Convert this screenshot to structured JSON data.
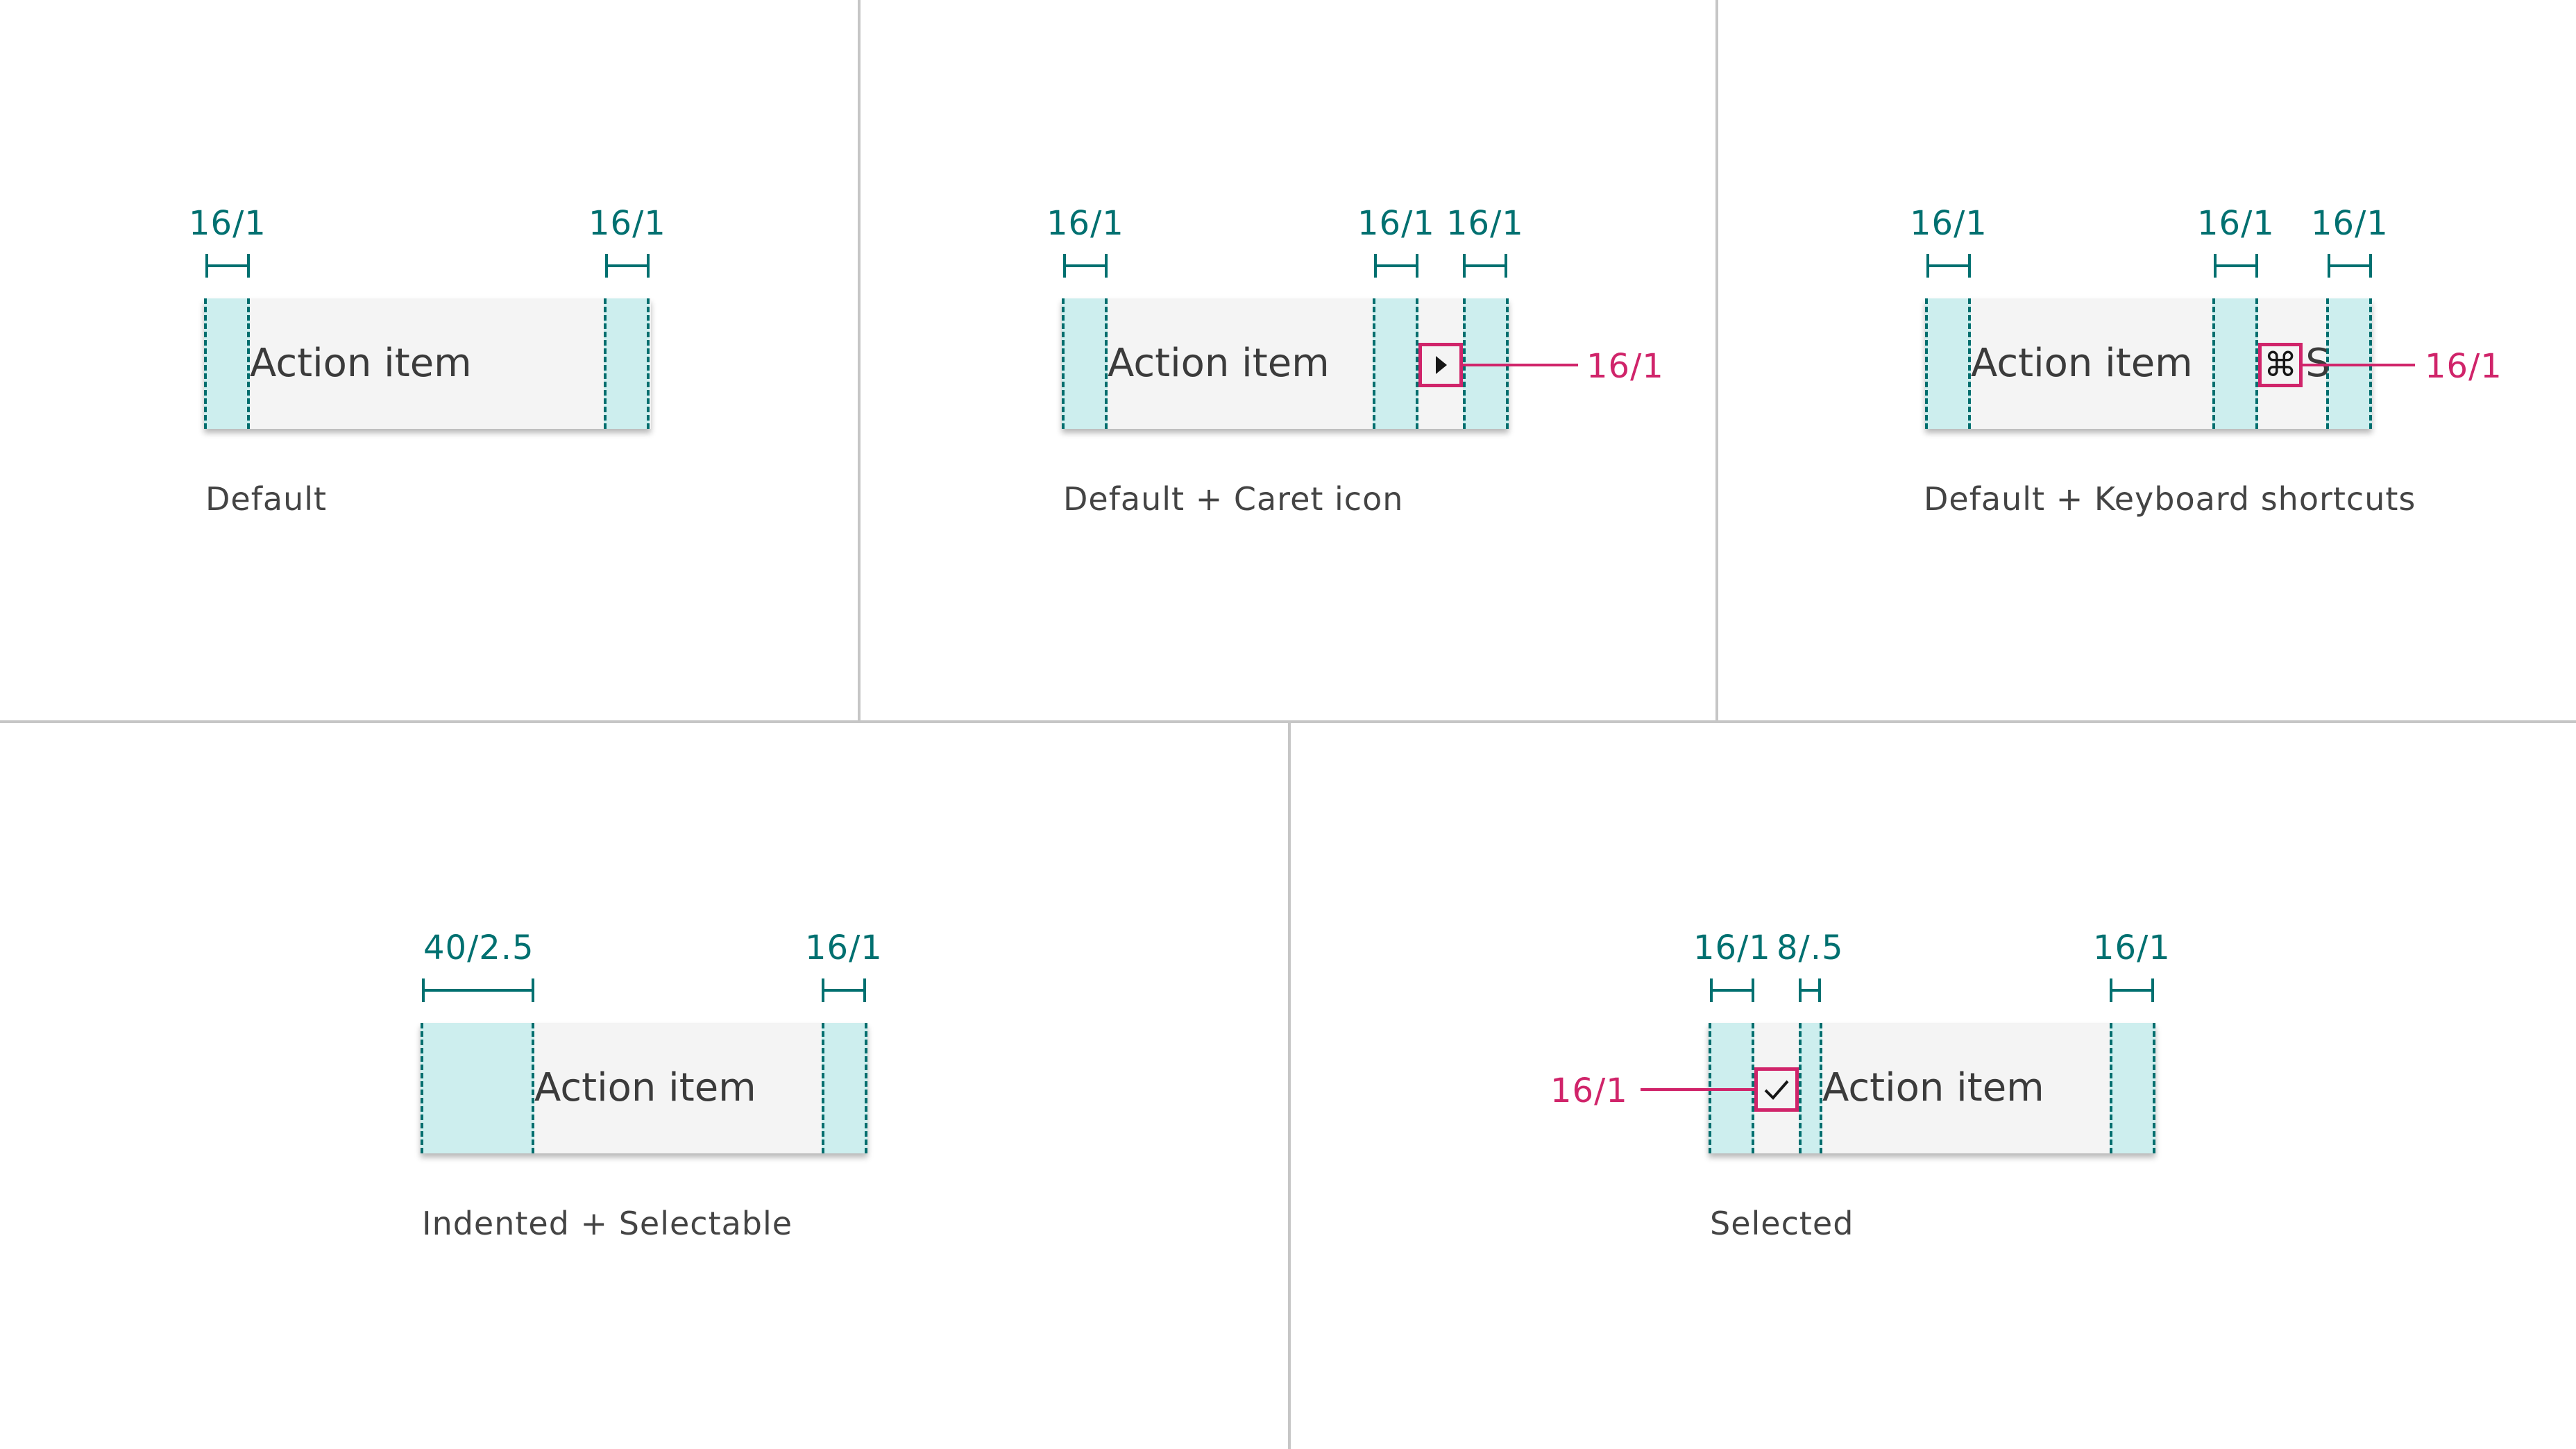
{
  "colors": {
    "teal": "#007070",
    "teal_fill": "#cdeeee",
    "magenta": "#d0246a",
    "item_bg": "#f4f4f4",
    "divider": "#c6c6c6"
  },
  "panels": [
    {
      "caption": "Default",
      "item_label": "Action item",
      "measures": [
        "16/1",
        "16/1"
      ]
    },
    {
      "caption": "Default + Caret icon",
      "item_label": "Action item",
      "measures": [
        "16/1",
        "16/1",
        "16/1"
      ],
      "callout": "16/1",
      "icon": "caret-right-icon"
    },
    {
      "caption": "Default + Keyboard shortcuts",
      "item_label": "Action item",
      "measures": [
        "16/1",
        "16/1",
        "16/1"
      ],
      "callout": "16/1",
      "shortcut_symbol": "⌘",
      "shortcut_key": "S",
      "icon": "command-key-icon"
    },
    {
      "caption": "Indented + Selectable",
      "item_label": "Action item",
      "measures": [
        "40/2.5",
        "16/1"
      ]
    },
    {
      "caption": "Selected",
      "item_label": "Action item",
      "measures": [
        "16/1",
        "8/.5",
        "16/1"
      ],
      "callout": "16/1",
      "icon": "checkmark-icon"
    }
  ]
}
